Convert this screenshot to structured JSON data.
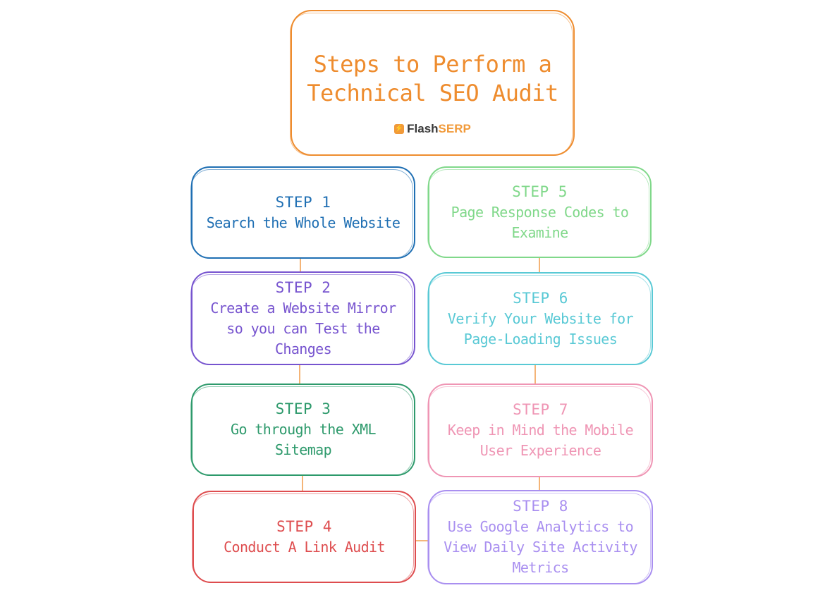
{
  "title": {
    "text": "Steps to Perform a Technical SEO Audit",
    "color": "#ee8c2e"
  },
  "logo": {
    "mark": "⚡",
    "part1": "Flash",
    "part2": "SERP"
  },
  "steps": [
    {
      "label": "STEP 1",
      "text": "Search the Whole Website",
      "color": "#1f6fb3"
    },
    {
      "label": "STEP 2",
      "text": "Create a Website Mirror so you can Test the Changes",
      "color": "#7754cf"
    },
    {
      "label": "STEP 3",
      "text": "Go through the XML Sitemap",
      "color": "#2e9a6c"
    },
    {
      "label": "STEP 4",
      "text": "Conduct A Link Audit",
      "color": "#de4d4f"
    },
    {
      "label": "STEP 5",
      "text": "Page Response Codes to Examine",
      "color": "#80d88a"
    },
    {
      "label": "STEP 6",
      "text": "Verify Your Website for Page-Loading Issues",
      "color": "#59c9d5"
    },
    {
      "label": "STEP 7",
      "text": "Keep in Mind the Mobile User Experience",
      "color": "#ef95b4"
    },
    {
      "label": "STEP 8",
      "text": "Use Google Analytics to View Daily Site Activity Metrics",
      "color": "#a98ff0"
    }
  ],
  "connector_color": "#ee8c2e"
}
